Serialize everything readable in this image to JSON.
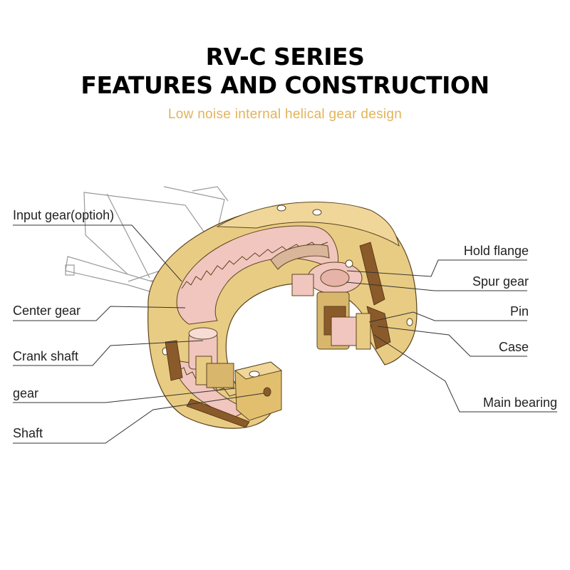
{
  "header": {
    "title_line1": "RV-C SERIES",
    "title_line2": "FEATURES AND CONSTRUCTION",
    "subtitle": "Low noise internal helical gear design"
  },
  "labels_left": [
    {
      "id": "input-gear",
      "text": "Input gear(optioh)"
    },
    {
      "id": "center-gear",
      "text": "Center gear"
    },
    {
      "id": "crank-shaft",
      "text": "Crank shaft"
    },
    {
      "id": "gear",
      "text": "gear"
    },
    {
      "id": "shaft",
      "text": "Shaft"
    }
  ],
  "labels_right": [
    {
      "id": "hold-flange",
      "text": "Hold flange"
    },
    {
      "id": "spur-gear",
      "text": "Spur gear"
    },
    {
      "id": "pin",
      "text": "Pin"
    },
    {
      "id": "case",
      "text": "Case"
    },
    {
      "id": "main-bearing",
      "text": "Main bearing"
    }
  ],
  "colors": {
    "subtitle": "#e2b359",
    "case_body": "#e9cc83",
    "case_shadow": "#c9a14e",
    "inner_gear": "#f1c6be",
    "dark_brown": "#8a5a2a",
    "outline": "#5a4420"
  }
}
